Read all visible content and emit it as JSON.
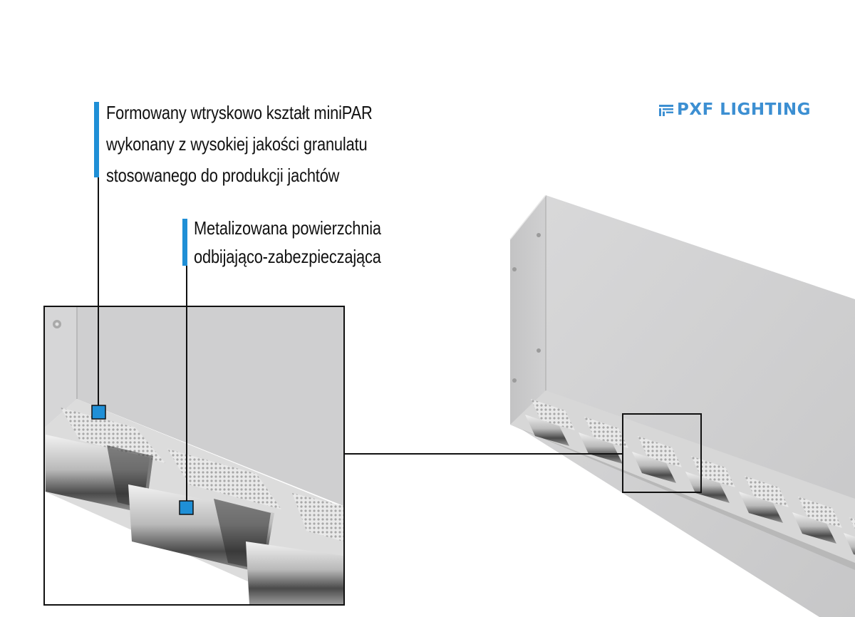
{
  "brand": {
    "logo_text": "PXF LIGHTING",
    "accent_color": "#1f8fd6",
    "logo_color": "#3c8fd2"
  },
  "callouts": [
    {
      "lines": [
        "Formowany wtryskowo kształt miniPAR",
        "wykonany z wysokiej jakości granulatu",
        "stosowanego do produkcji jachtów"
      ]
    },
    {
      "lines": [
        "Metalizowana powierzchnia",
        "odbijająco-zabezpieczająca"
      ]
    }
  ]
}
